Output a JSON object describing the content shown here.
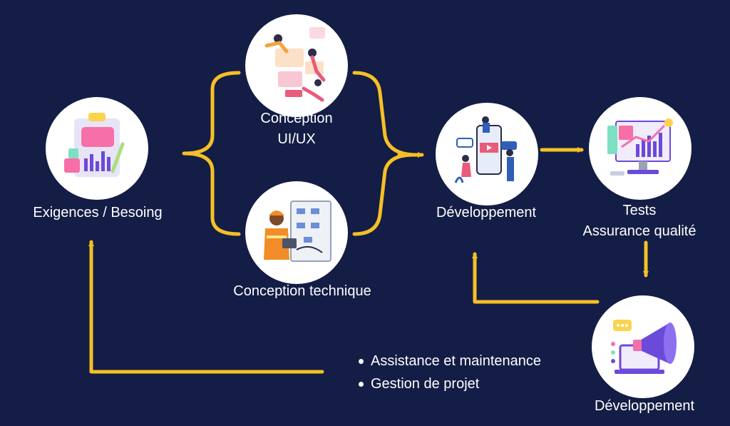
{
  "colors": {
    "background": "#131d45",
    "connector": "#f6bf26",
    "text": "#ffffff"
  },
  "nodes": {
    "requirements": {
      "label": "Exigences / Besoing",
      "icon": "clipboard-chart-icon"
    },
    "ui_ux": {
      "label_line1": "Conception",
      "label_line2": "UI/UX",
      "icon": "ui-design-team-icon"
    },
    "technical": {
      "label": "Conception technique",
      "icon": "engineer-panel-icon"
    },
    "development": {
      "label": "Développement",
      "icon": "mobile-dev-team-icon"
    },
    "tests": {
      "label_line1": "Tests",
      "label_line2": "Assurance qualité",
      "icon": "monitor-analytics-icon"
    },
    "deployment": {
      "label": "Développement",
      "icon": "megaphone-laptop-icon"
    }
  },
  "support_list": [
    "Assistance et maintenance",
    "Gestion de projet"
  ]
}
